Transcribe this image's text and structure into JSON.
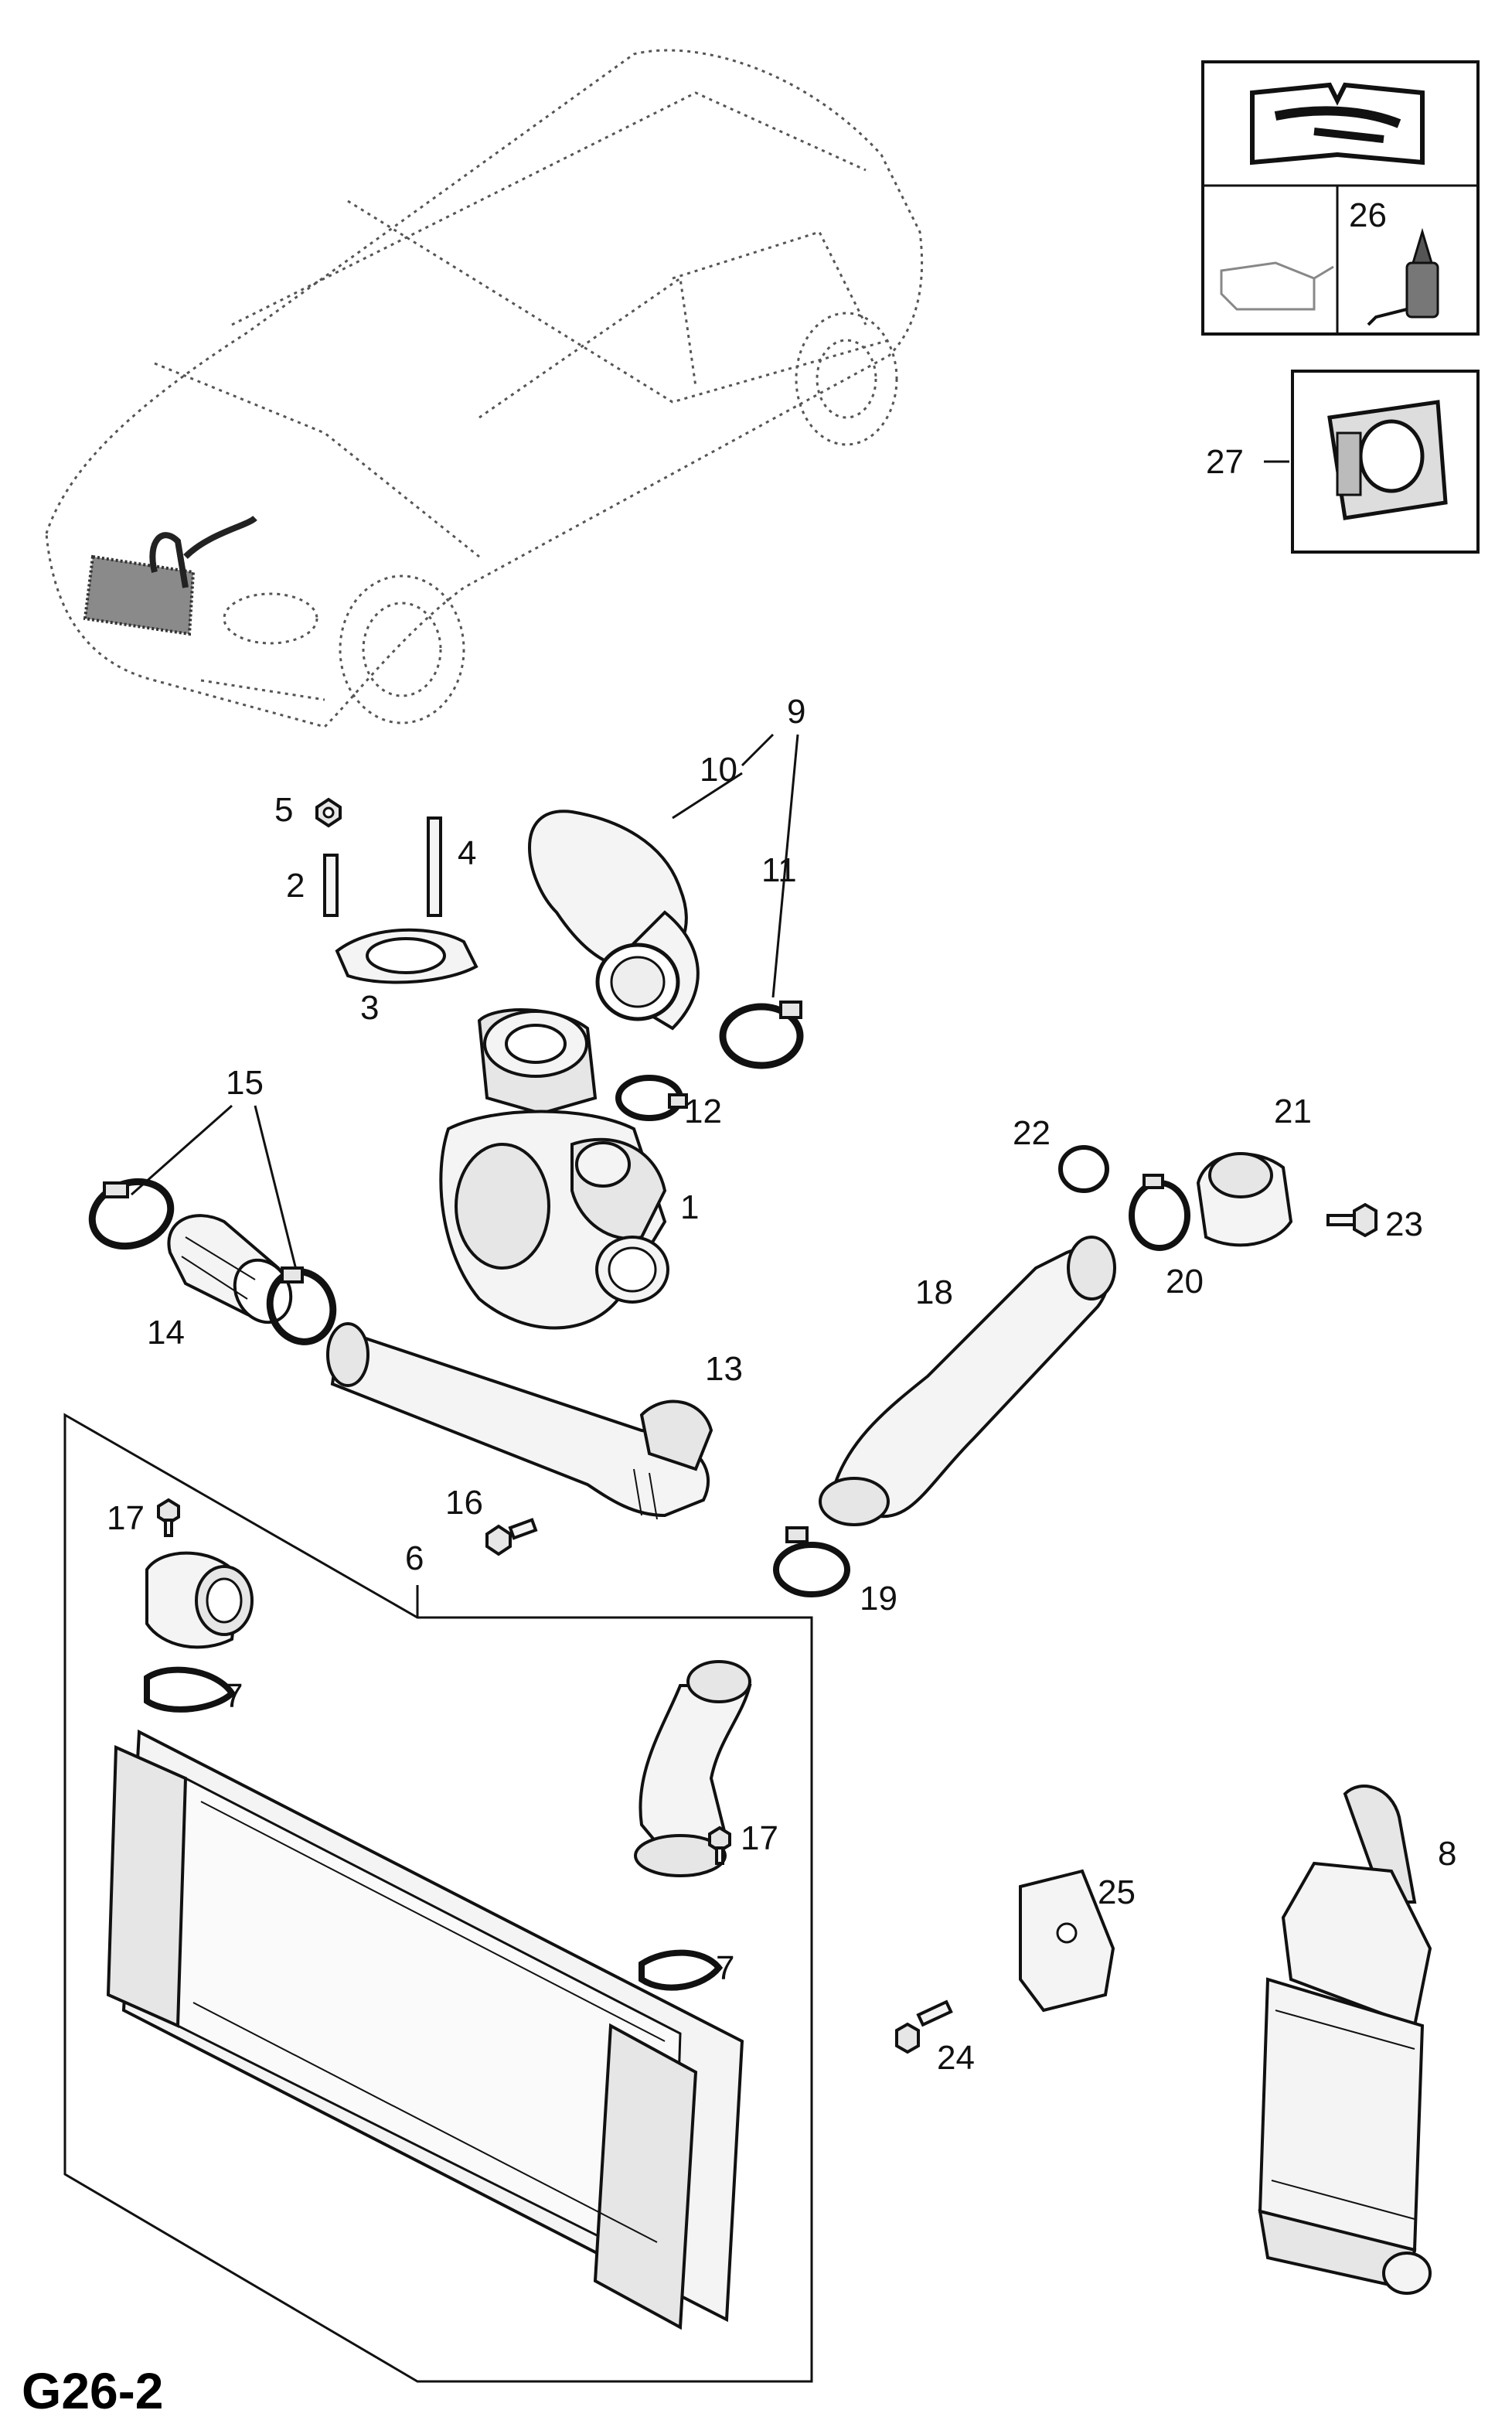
{
  "diagram": {
    "page_code": "G26-2",
    "callouts": {
      "p1": "1",
      "p2": "2",
      "p3": "3",
      "p4": "4",
      "p5": "5",
      "p6": "6",
      "p7a": "7",
      "p7b": "7",
      "p8": "8",
      "p9": "9",
      "p10": "10",
      "p11": "11",
      "p12": "12",
      "p13": "13",
      "p14": "14",
      "p15": "15",
      "p16": "16",
      "p17a": "17",
      "p17b": "17",
      "p18": "18",
      "p19": "19",
      "p20": "20",
      "p21": "21",
      "p22": "22",
      "p23": "23",
      "p24": "24",
      "p25": "25",
      "p26": "26",
      "p27": "27"
    },
    "icons": {
      "manual": "repair-manual-icon",
      "oil": "oil-can-icon",
      "adhesive": "adhesive-bottle-icon",
      "clip": "retaining-clip-icon"
    }
  }
}
